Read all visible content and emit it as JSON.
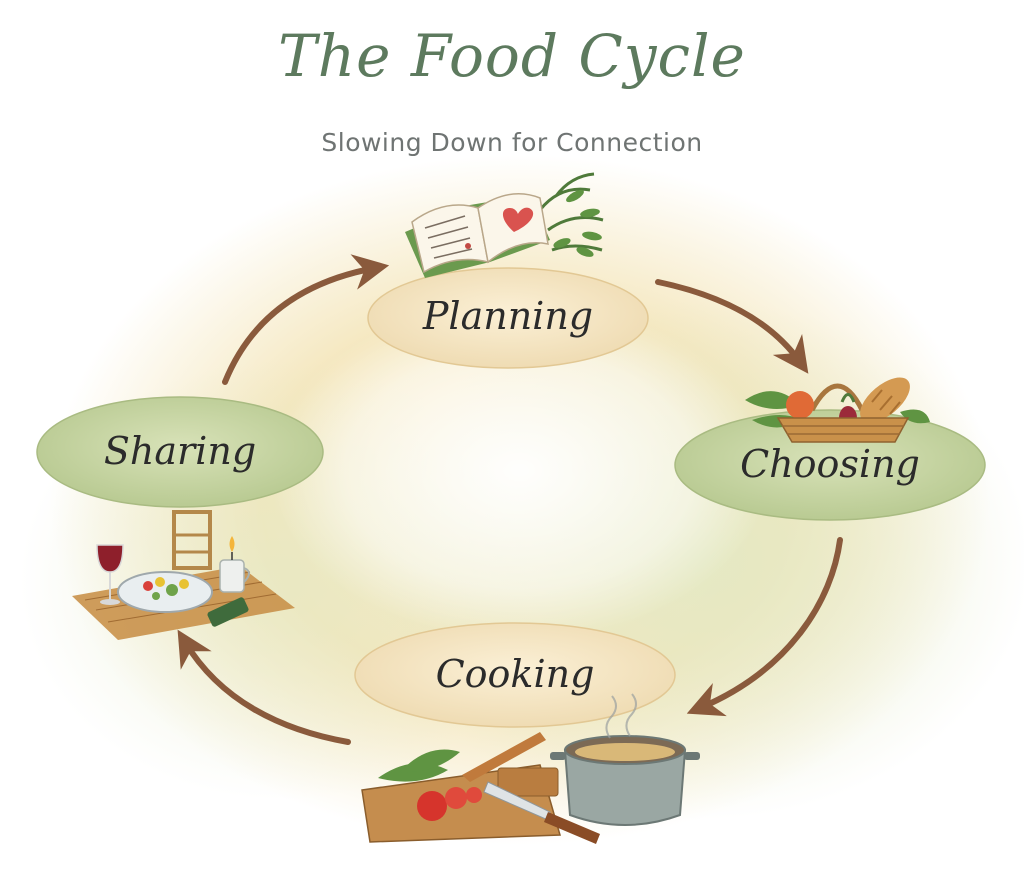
{
  "header": {
    "title": "The Food Cycle",
    "subtitle": "Slowing Down for Connection"
  },
  "stages": [
    {
      "id": "planning",
      "label": "Planning",
      "icon": "recipe-book-icon"
    },
    {
      "id": "choosing",
      "label": "Choosing",
      "icon": "food-basket-icon"
    },
    {
      "id": "cooking",
      "label": "Cooking",
      "icon": "cutting-board-pot-icon"
    },
    {
      "id": "sharing",
      "label": "Sharing",
      "icon": "dinner-table-icon"
    }
  ],
  "flow": [
    "planning",
    "choosing",
    "cooking",
    "sharing",
    "planning"
  ],
  "colors": {
    "title": "#5d7a5e",
    "subtitle": "#6f7473",
    "arrow": "#8a5a3c",
    "warm_node": "#f4e3bf",
    "green_node": "#c9d6a8",
    "wash_yellow": "#f3e3b3",
    "wash_green": "#dfe6bf"
  }
}
